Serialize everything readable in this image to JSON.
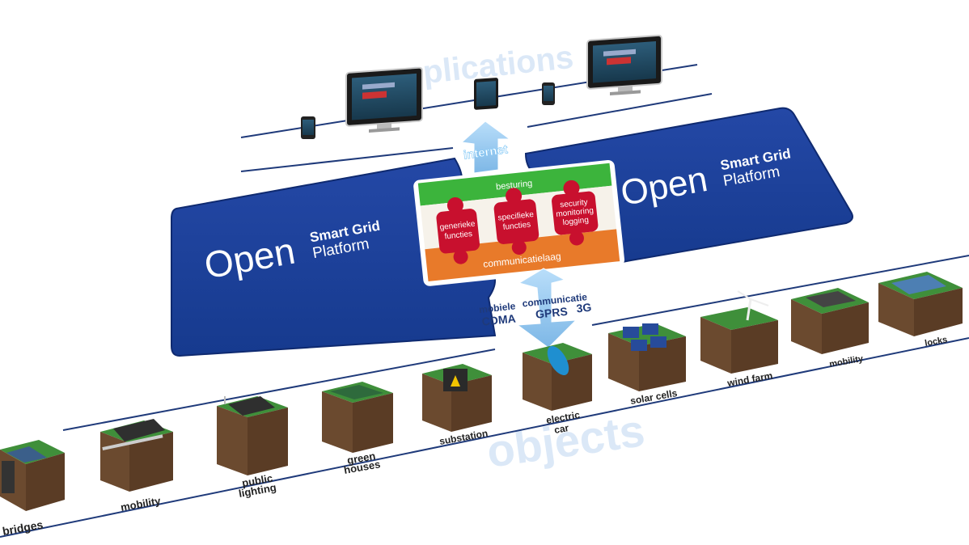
{
  "layers": {
    "applications": "applications",
    "objects": "objects"
  },
  "internet": "internet",
  "platform": {
    "open_word": "Open",
    "line1": "Smart Grid",
    "line2": "Platform"
  },
  "core": {
    "top_label": "besturing",
    "bottom_label": "communicatielaag",
    "pieces": [
      {
        "line1": "generieke",
        "line2": "functies",
        "line3": ""
      },
      {
        "line1": "specifieke",
        "line2": "functies",
        "line3": ""
      },
      {
        "line1": "security",
        "line2": "monitoring",
        "line3": "logging"
      }
    ]
  },
  "comms": {
    "mobiele": "mobiele",
    "communicatie": "communicatie",
    "cdma": "CDMA",
    "gprs": "GPRS",
    "g3": "3G"
  },
  "objects": [
    {
      "label1": "bridges",
      "label2": ""
    },
    {
      "label1": "mobility",
      "label2": ""
    },
    {
      "label1": "public",
      "label2": "lighting"
    },
    {
      "label1": "green",
      "label2": "houses"
    },
    {
      "label1": "substation",
      "label2": ""
    },
    {
      "label1": "electric",
      "label2": "car"
    },
    {
      "label1": "solar cells",
      "label2": ""
    },
    {
      "label1": "wind farm",
      "label2": ""
    },
    {
      "label1": "mobility",
      "label2": ""
    },
    {
      "label1": "locks",
      "label2": ""
    }
  ],
  "colors": {
    "platform_blue": "#1b3f9a",
    "platform_dark": "#0f2a70",
    "piece_red": "#c8102e",
    "green_band": "#3cb43c",
    "orange_band": "#e87a2a",
    "arrow_blue": "#8ec6ee",
    "grass": "#3f8f3a",
    "soil": "#6b4a2f",
    "ghost_text": "#dbe8f7",
    "line_navy": "#1f3a7a"
  }
}
